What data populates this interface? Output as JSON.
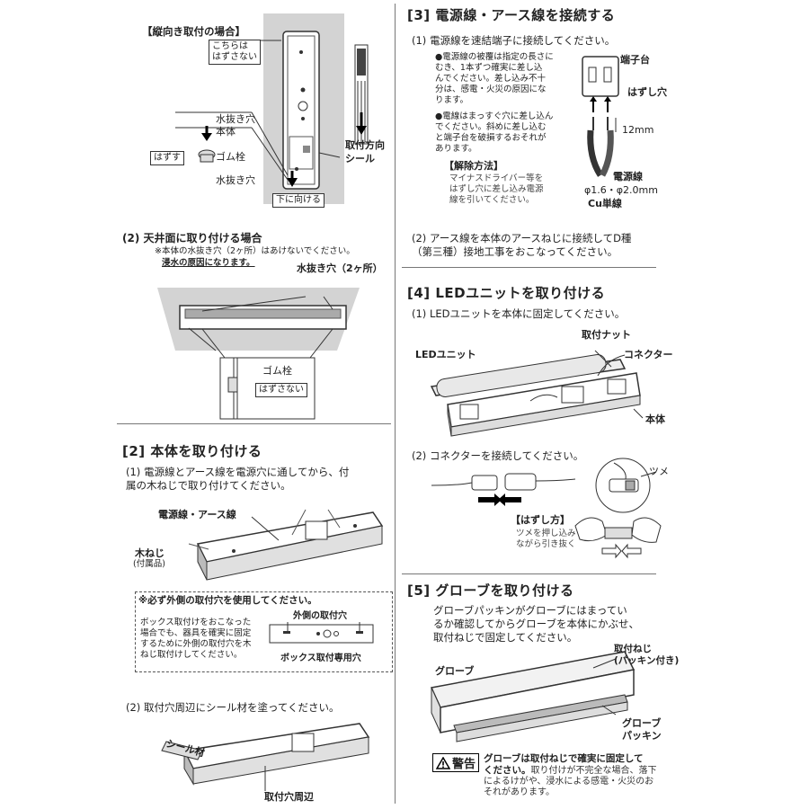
{
  "left": {
    "vertical": {
      "title": "【縦向き取付の場合】",
      "label_do_not_remove": "こちらは\nはずさない",
      "label_drain_hole": "水抜き穴",
      "label_body": "本体",
      "label_remove": "はずす",
      "label_rubber_plug": "ゴム栓",
      "label_drain_hole2": "水抜き穴",
      "label_face_down": "下に向ける",
      "label_direction_seal": "取付方向\nシール"
    },
    "ceiling": {
      "title": "(2) 天井面に取り付ける場合",
      "note1": "※本体の水抜き穴（2ヶ所）はあけないでください。",
      "note2": "浸水の原因になります。",
      "label_drain_holes": "水抜き穴（2ヶ所）",
      "label_rubber_plug": "ゴム栓",
      "label_do_not_remove": "はずさない"
    },
    "section2": {
      "heading": "[2] 本体を取り付ける",
      "step1": "(1) 電源線とアース線を電源穴に通してから、付\n属の木ねじで取り付けてください。",
      "label_power_earth": "電源線・アース線",
      "label_wood_screw": "木ねじ",
      "label_included": "(付属品)",
      "note_title": "※必ず外側の取付穴を使用してください。",
      "note_body": "ボックス取付けをおこなった\n場合でも、器具を確実に固定\nするために外側の取付穴を木\nねじ取付けしてください。",
      "label_outer_holes": "外側の取付穴",
      "label_box_holes": "ボックス取付専用穴",
      "step2": "(2) 取付穴周辺にシール材を塗ってください。",
      "label_sealant": "シール材",
      "label_hole_area": "取付穴周辺"
    }
  },
  "right": {
    "section3": {
      "heading": "[3] 電源線・アース線を接続する",
      "step1": "(1) 電源線を速結端子に接続してください。",
      "bullet1": "●電源線の被覆は指定の長さに\nむき、1本ずつ確実に差し込\nんでください。差し込み不十\n分は、感電・火災の原因にな\nります。",
      "bullet2": "●電線はまっすぐ穴に差し込ん\nでください。斜めに差し込む\nと端子台を破損するおそれが\nあります。",
      "release_title": "【解除方法】",
      "release_body": "マイナスドライバー等を\nはずし穴に差し込み電源\n線を引いてください。",
      "label_terminal": "端子台",
      "label_release_hole": "はずし穴",
      "label_12mm": "12mm",
      "label_power_wire": "電源線",
      "label_diameter": "φ1.6・φ2.0mm",
      "label_cu": "Cu単線",
      "step2": "(2) アース線を本体のアースねじに接続してD種\n（第三種）接地工事をおこなってください。"
    },
    "section4": {
      "heading": "[4] LEDユニットを取り付ける",
      "step1": "(1) LEDユニットを本体に固定してください。",
      "label_nut": "取付ナット",
      "label_led_unit": "LEDユニット",
      "label_connector": "コネクター",
      "label_body": "本体",
      "step2": "(2) コネクターを接続してください。",
      "label_claw": "ツメ",
      "release_title": "【はずし方】",
      "release_body": "ツメを押し込み\nながら引き抜く"
    },
    "section5": {
      "heading": "[5] グローブを取り付ける",
      "body": "グローブパッキンがグローブにはまってい\nるか確認してからグローブを本体にかぶせ、\n取付ねじで固定してください。",
      "label_globe": "グローブ",
      "label_screw": "取付ねじ\n(パッキン付き)",
      "label_packing": "グローブ\nパッキン",
      "warning_badge": "警告",
      "warning_bold": "グローブは取付ねじで確実に固定して\nください。",
      "warning_rest": "取り付けが不完全な場合、落下\nによるけがや、浸水による感電・火災のお\nそれがあります。"
    }
  }
}
